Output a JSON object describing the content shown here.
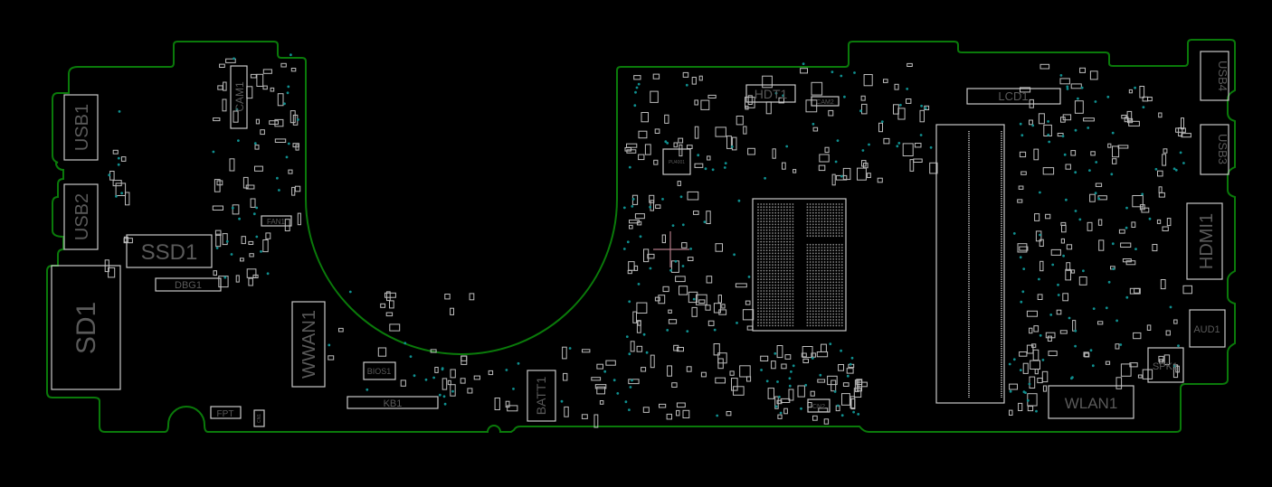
{
  "viewer": {
    "title": "Board view"
  },
  "colors": {
    "background": "#000000",
    "outline": "#0a7a0a",
    "part": "#c8c8c8",
    "label": "#5a5a5a",
    "via": "#0f8f8f",
    "cursor": "#b07a86"
  },
  "components": {
    "usb1": "USB1",
    "usb2": "USB2",
    "ssd1": "SSD1",
    "dbg1": "DBG1",
    "sd1": "SD1",
    "cam1": "CAM1",
    "fan1": "FAN1",
    "fpt": "FPT",
    "cn1": "CN1",
    "wwan1": "WWAN1",
    "bios1": "BIOS1",
    "kb1": "KB1",
    "batt1": "BATT1",
    "hdt1": "HDT1",
    "cam2": "CAM2",
    "lcd1": "LCD1",
    "usb4": "USB4",
    "usb3": "USB3",
    "hdmi1": "HDMI1",
    "aud1": "AUD1",
    "spk1": "SPK1",
    "wlan1": "WLAN1",
    "cn2": "CN2",
    "pu4001": "PU4001"
  }
}
